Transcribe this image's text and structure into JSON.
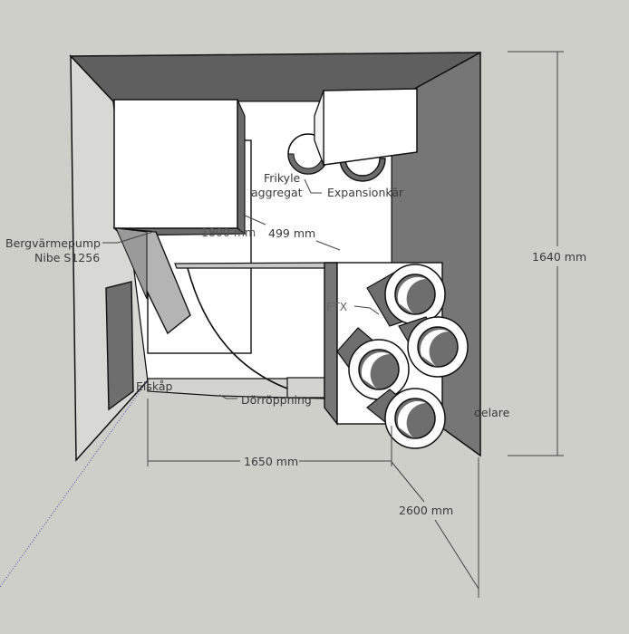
{
  "labels": {
    "frikyl_1": "Frikyle",
    "frikyl_2": "aggregat",
    "expansion": "Expansionkär",
    "pump_1": "Bergvärmepump",
    "pump_2": "Nibe S1256",
    "dim_1800": "1800 mm",
    "dim_499": "499 mm",
    "ftx": "FTX",
    "elskap": "Elskåp",
    "door": "Dörröppning",
    "delare": "delare",
    "dim_1650": "1650 mm",
    "dim_2600": "2600 mm",
    "dim_1640": "1640 mm"
  },
  "colors": {
    "background": "#cfcfca",
    "dark_wall": "#707070",
    "light_wall": "#d6d6d2",
    "surface": "#ffffff"
  }
}
